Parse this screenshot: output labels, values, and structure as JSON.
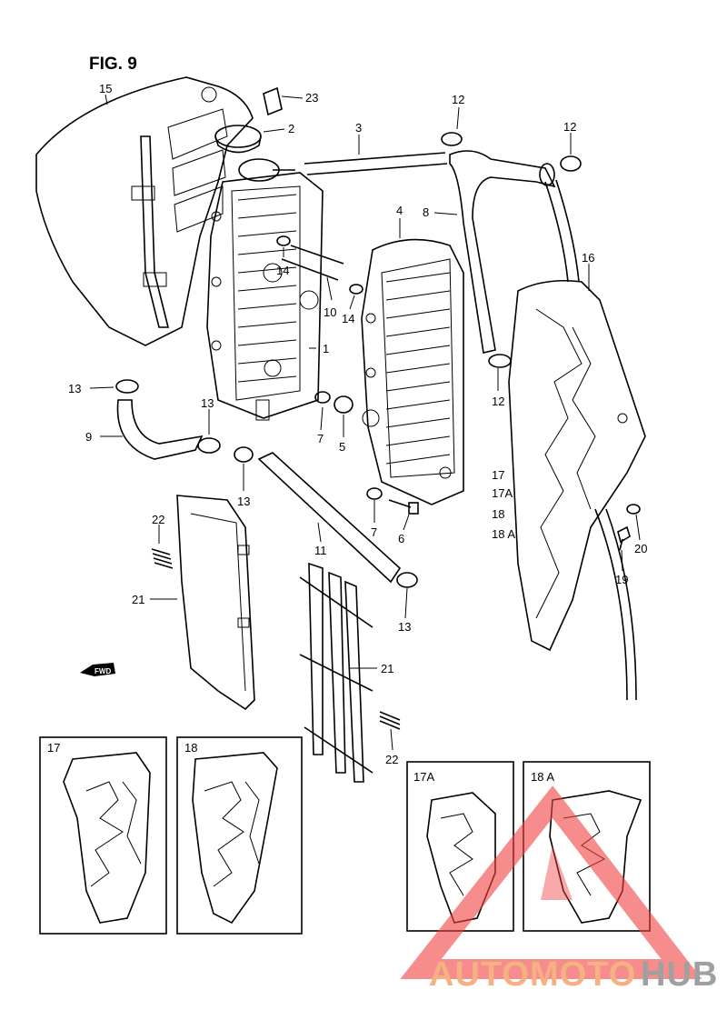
{
  "figure": {
    "title": "FIG. 9"
  },
  "fwd_label": "FWD",
  "callouts": [
    {
      "id": "c15",
      "text": "15"
    },
    {
      "id": "c23",
      "text": "23"
    },
    {
      "id": "c2",
      "text": "2"
    },
    {
      "id": "c3",
      "text": "3"
    },
    {
      "id": "c12a",
      "text": "12"
    },
    {
      "id": "c12b",
      "text": "12"
    },
    {
      "id": "c4",
      "text": "4"
    },
    {
      "id": "c8",
      "text": "8"
    },
    {
      "id": "c14a",
      "text": "14"
    },
    {
      "id": "c10",
      "text": "10"
    },
    {
      "id": "c14b",
      "text": "14"
    },
    {
      "id": "c16",
      "text": "16"
    },
    {
      "id": "c1",
      "text": "1"
    },
    {
      "id": "c13a",
      "text": "13"
    },
    {
      "id": "c12c",
      "text": "12"
    },
    {
      "id": "c13b",
      "text": "13"
    },
    {
      "id": "c9",
      "text": "9"
    },
    {
      "id": "c7a",
      "text": "7"
    },
    {
      "id": "c5",
      "text": "5"
    },
    {
      "id": "c13c",
      "text": "13"
    },
    {
      "id": "c17",
      "text": "17"
    },
    {
      "id": "c17a",
      "text": "17A"
    },
    {
      "id": "c18",
      "text": "18"
    },
    {
      "id": "c18a",
      "text": "18 A"
    },
    {
      "id": "c22a",
      "text": "22"
    },
    {
      "id": "c7b",
      "text": "7"
    },
    {
      "id": "c6",
      "text": "6"
    },
    {
      "id": "c20",
      "text": "20"
    },
    {
      "id": "c19",
      "text": "19"
    },
    {
      "id": "c11",
      "text": "11"
    },
    {
      "id": "c21a",
      "text": "21"
    },
    {
      "id": "c13d",
      "text": "13"
    },
    {
      "id": "c21b",
      "text": "21"
    },
    {
      "id": "c22b",
      "text": "22"
    }
  ],
  "insets": [
    {
      "id": "i17",
      "label": "17"
    },
    {
      "id": "i18",
      "label": "18"
    },
    {
      "id": "i17a",
      "label": "17A"
    },
    {
      "id": "i18a",
      "label": "18 A"
    }
  ],
  "watermark": {
    "part1": "AUTOMOTO",
    "part2": "HUB",
    "color1": "#f5b183",
    "color2": "#a0a0a0",
    "triangle_color": "#f04040"
  }
}
